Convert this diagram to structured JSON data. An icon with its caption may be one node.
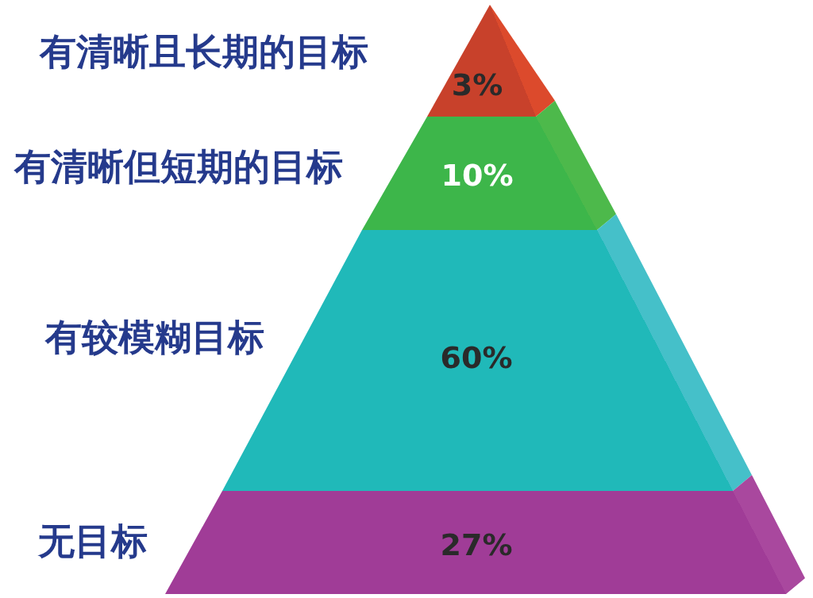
{
  "diagram": {
    "nodes": [
      {
        "text": [
          "3%"
        ]
      },
      {
        "text": [
          "10%"
        ]
      },
      {
        "text": [
          "60%"
        ]
      },
      {
        "text": [
          "27%"
        ]
      }
    ],
    "labels": [
      "有清晰且长期的目标",
      "有清晰但短期的目标",
      "有较模糊目标",
      "无目标"
    ]
  }
}
